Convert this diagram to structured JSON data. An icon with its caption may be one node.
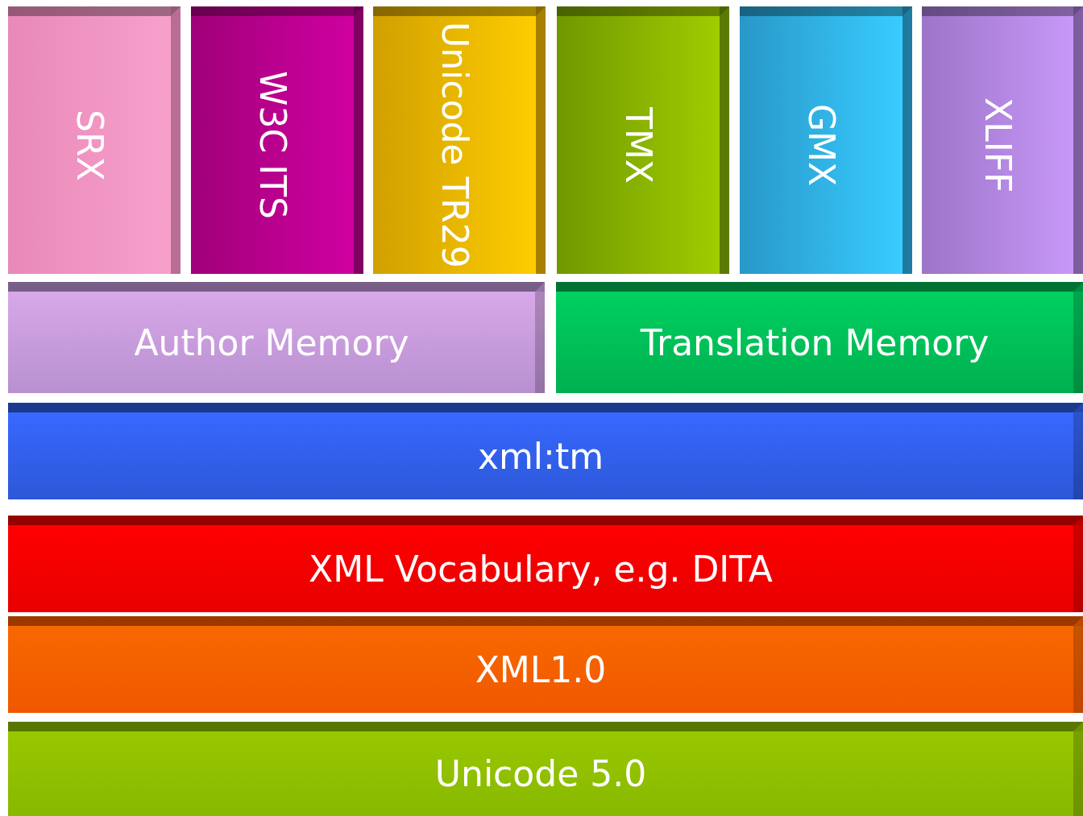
{
  "diagram": {
    "nodes": [
      {
        "text": [
          "SRX"
        ]
      },
      {
        "text": [
          "W3C ITS"
        ]
      },
      {
        "text": [
          "Unicode TR29"
        ]
      },
      {
        "text": [
          "TMX"
        ]
      },
      {
        "text": [
          "GMX"
        ]
      },
      {
        "text": [
          "XLIFF"
        ]
      },
      {
        "text": [
          "Author Memory"
        ]
      },
      {
        "text": [
          "Translation Memory"
        ]
      },
      {
        "text": [
          "xml:tm"
        ]
      },
      {
        "text": [
          "XML Vocabulary, e.g. DITA"
        ]
      },
      {
        "text": [
          "XML1.0"
        ]
      },
      {
        "text": [
          "Unicode 5.0"
        ]
      }
    ]
  }
}
